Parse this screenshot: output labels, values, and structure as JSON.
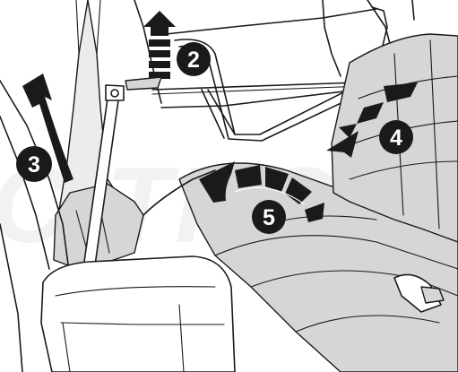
{
  "diagram": {
    "watermark": "CITROËN",
    "callouts": [
      {
        "id": "2",
        "label": "2"
      },
      {
        "id": "3",
        "label": "3"
      },
      {
        "id": "4",
        "label": "4"
      },
      {
        "id": "5",
        "label": "5"
      }
    ],
    "colors": {
      "ink": "#1a1a1a",
      "seat_shade": "#d6d6d6",
      "trim_light": "#ececec",
      "background": "#ffffff"
    }
  }
}
